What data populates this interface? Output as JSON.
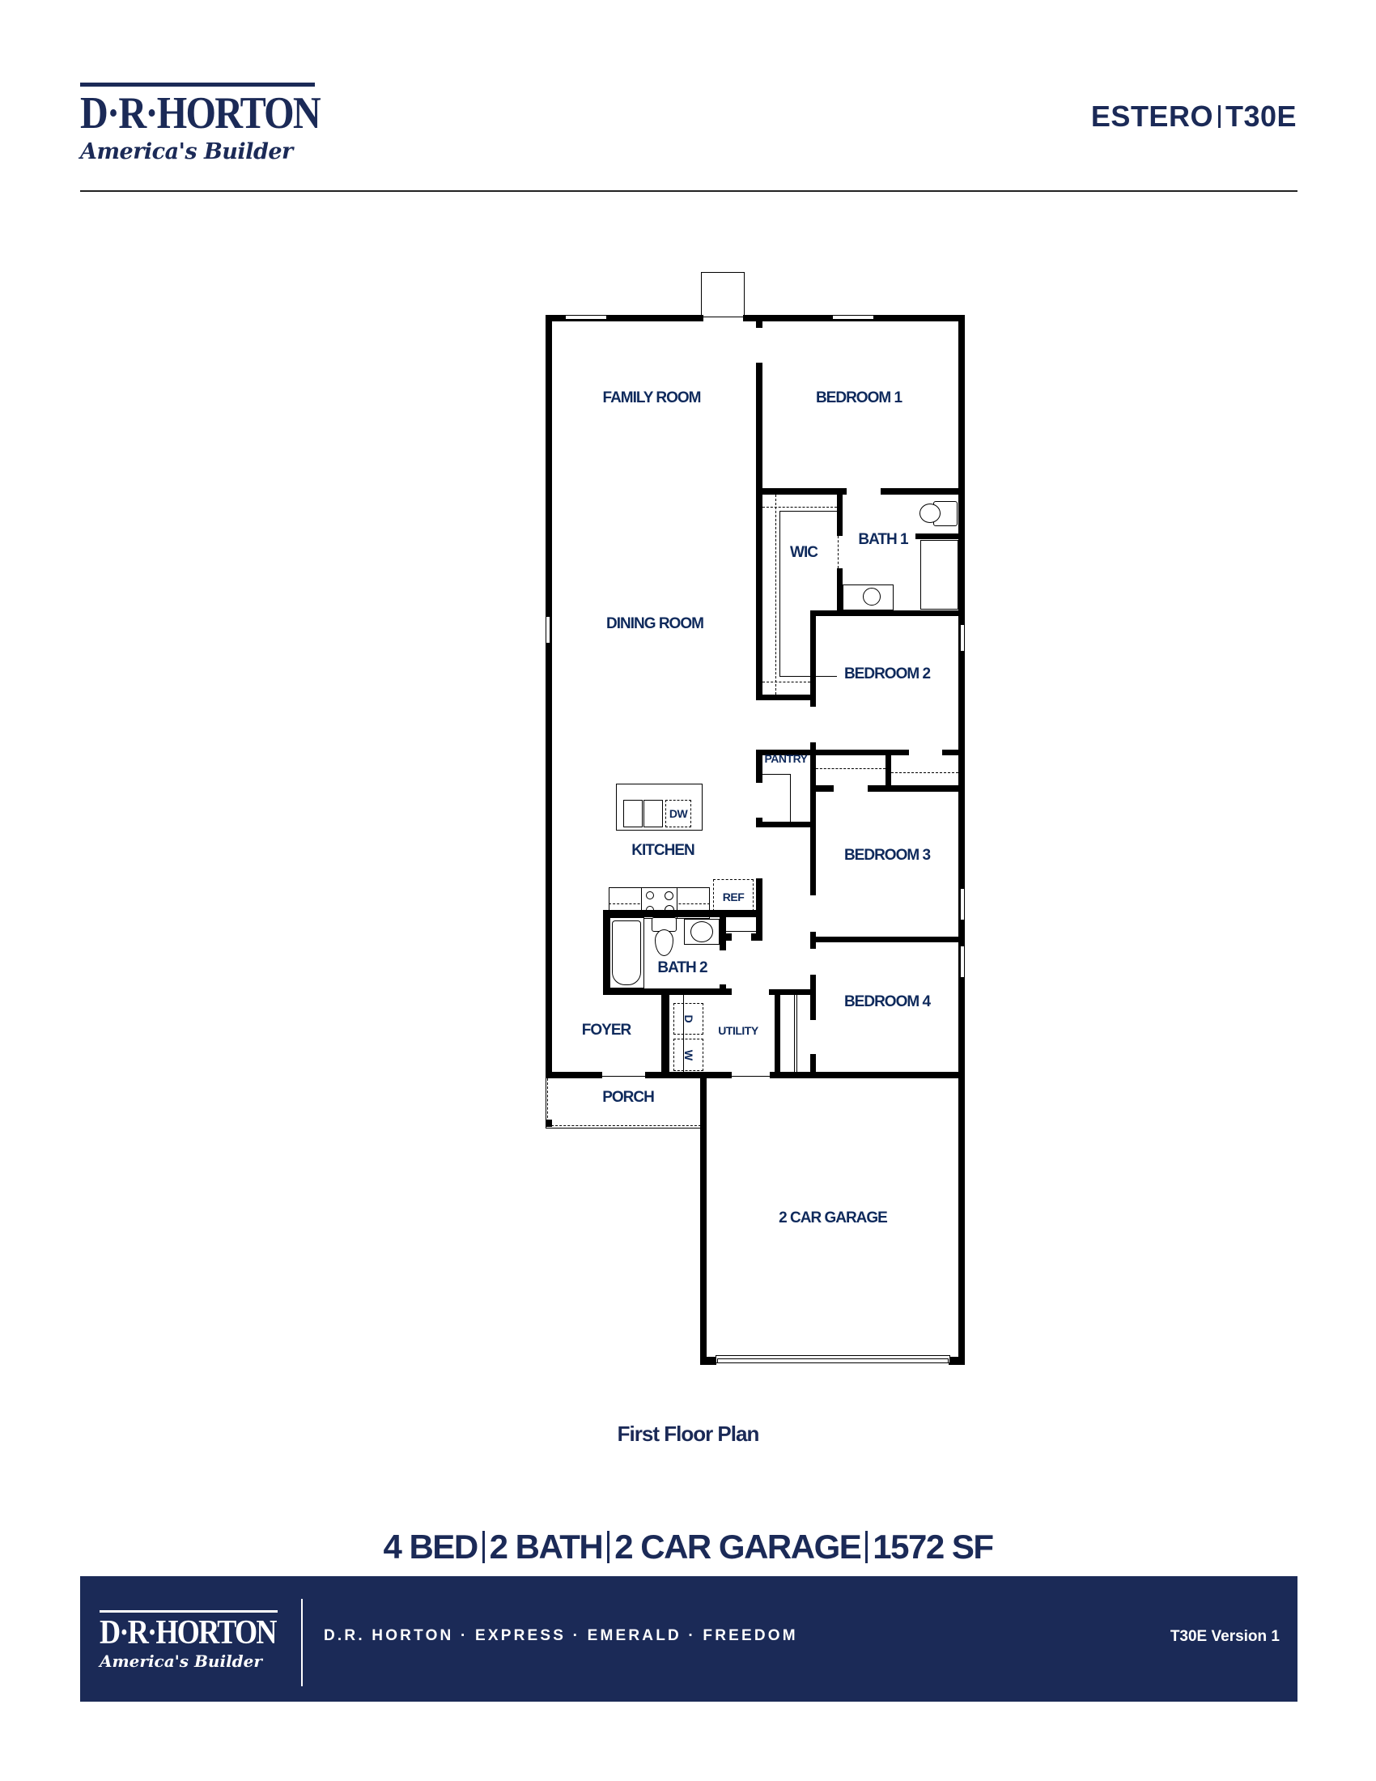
{
  "header": {
    "brand": "D·R·HORTON",
    "tagline": "America's Builder",
    "plan_name": "ESTERO",
    "plan_code": "T30E"
  },
  "floor_plan": {
    "caption": "First Floor Plan",
    "rooms": [
      {
        "id": "family-room",
        "label": "FAMILY ROOM"
      },
      {
        "id": "bedroom-1",
        "label": "BEDROOM 1"
      },
      {
        "id": "wic",
        "label": "WIC"
      },
      {
        "id": "bath-1",
        "label": "BATH 1"
      },
      {
        "id": "dining-room",
        "label": "DINING ROOM"
      },
      {
        "id": "bedroom-2",
        "label": "BEDROOM 2"
      },
      {
        "id": "pantry",
        "label": "PANTRY"
      },
      {
        "id": "kitchen",
        "label": "KITCHEN"
      },
      {
        "id": "bedroom-3",
        "label": "BEDROOM 3"
      },
      {
        "id": "bath-2",
        "label": "BATH 2"
      },
      {
        "id": "bedroom-4",
        "label": "BEDROOM 4"
      },
      {
        "id": "foyer",
        "label": "FOYER"
      },
      {
        "id": "utility",
        "label": "UTILITY"
      },
      {
        "id": "porch",
        "label": "PORCH"
      },
      {
        "id": "garage",
        "label": "2 CAR GARAGE"
      }
    ],
    "appliances": {
      "dishwasher": "DW",
      "refrigerator": "REF",
      "dryer": "D",
      "washer": "W"
    }
  },
  "summary": {
    "beds": "4 BED",
    "baths": "2 BATH",
    "garage": "2 CAR GARAGE",
    "area": "1572 SF"
  },
  "footer": {
    "brand": "D·R·HORTON",
    "tagline": "America's Builder",
    "brands_line": "D.R. HORTON · EXPRESS · EMERALD · FREEDOM",
    "version": "T30E Version 1"
  },
  "colors": {
    "navy": "#1b2a57",
    "label_blue": "#0f2a5c",
    "wall": "#000000"
  }
}
